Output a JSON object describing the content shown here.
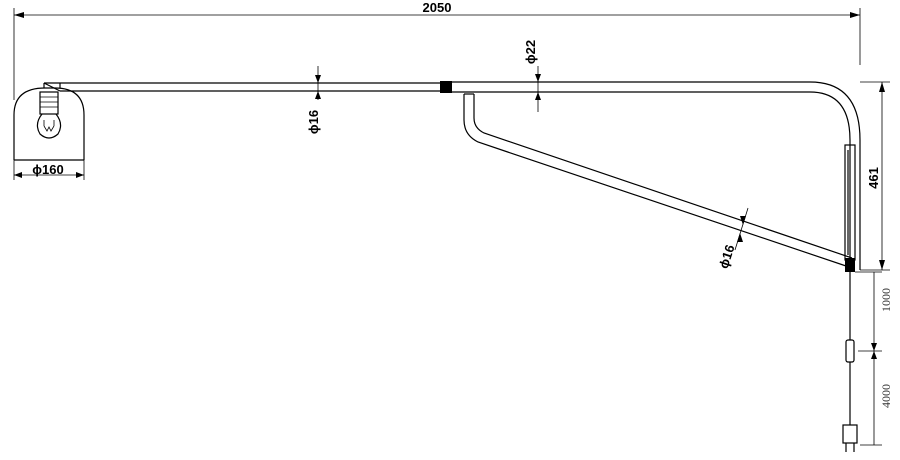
{
  "dimensions": {
    "overall_length": "2050",
    "arm_tube_diameter": "ϕ16",
    "main_tube_diameter": "ϕ22",
    "shade_diameter": "ϕ160",
    "brace_diameter": "ϕ16",
    "height": "461",
    "cord_to_switch": "1000",
    "switch_to_plug": "4000"
  }
}
